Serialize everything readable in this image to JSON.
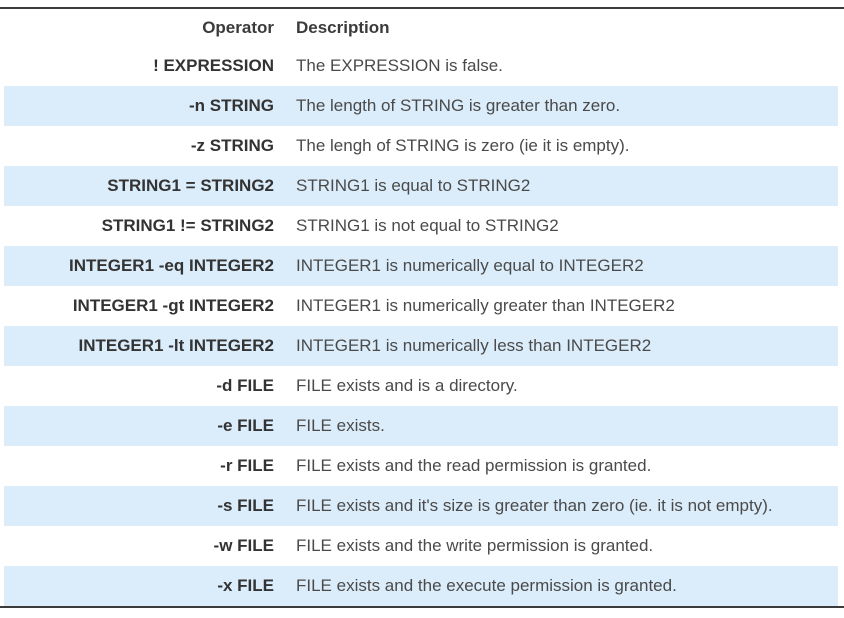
{
  "table": {
    "columns": [
      {
        "label": "Operator"
      },
      {
        "label": "Description"
      }
    ],
    "rows": [
      {
        "operator": "! EXPRESSION",
        "description": "The EXPRESSION is false."
      },
      {
        "operator": "-n STRING",
        "description": "The length of STRING is greater than zero."
      },
      {
        "operator": "-z STRING",
        "description": "The lengh of STRING is zero (ie it is empty)."
      },
      {
        "operator": "STRING1 = STRING2",
        "description": "STRING1 is equal to STRING2"
      },
      {
        "operator": "STRING1 != STRING2",
        "description": "STRING1 is not equal to STRING2"
      },
      {
        "operator": "INTEGER1 -eq INTEGER2",
        "description": "INTEGER1 is numerically equal to INTEGER2"
      },
      {
        "operator": "INTEGER1 -gt INTEGER2",
        "description": "INTEGER1 is numerically greater than INTEGER2"
      },
      {
        "operator": "INTEGER1 -lt INTEGER2",
        "description": "INTEGER1 is numerically less than INTEGER2"
      },
      {
        "operator": "-d FILE",
        "description": "FILE exists and is a directory."
      },
      {
        "operator": "-e FILE",
        "description": "FILE exists."
      },
      {
        "operator": "-r FILE",
        "description": "FILE exists and the read permission is granted."
      },
      {
        "operator": "-s FILE",
        "description": "FILE exists and it's size is greater than zero (ie. it is not empty)."
      },
      {
        "operator": "-w FILE",
        "description": "FILE exists and the write permission is granted."
      },
      {
        "operator": "-x FILE",
        "description": "FILE exists and the execute permission is granted."
      }
    ],
    "colors": {
      "stripe": "#dbecfa",
      "border": "#3b3b3b",
      "operator_text": "#333333",
      "description_text": "#4a4a4a"
    }
  }
}
